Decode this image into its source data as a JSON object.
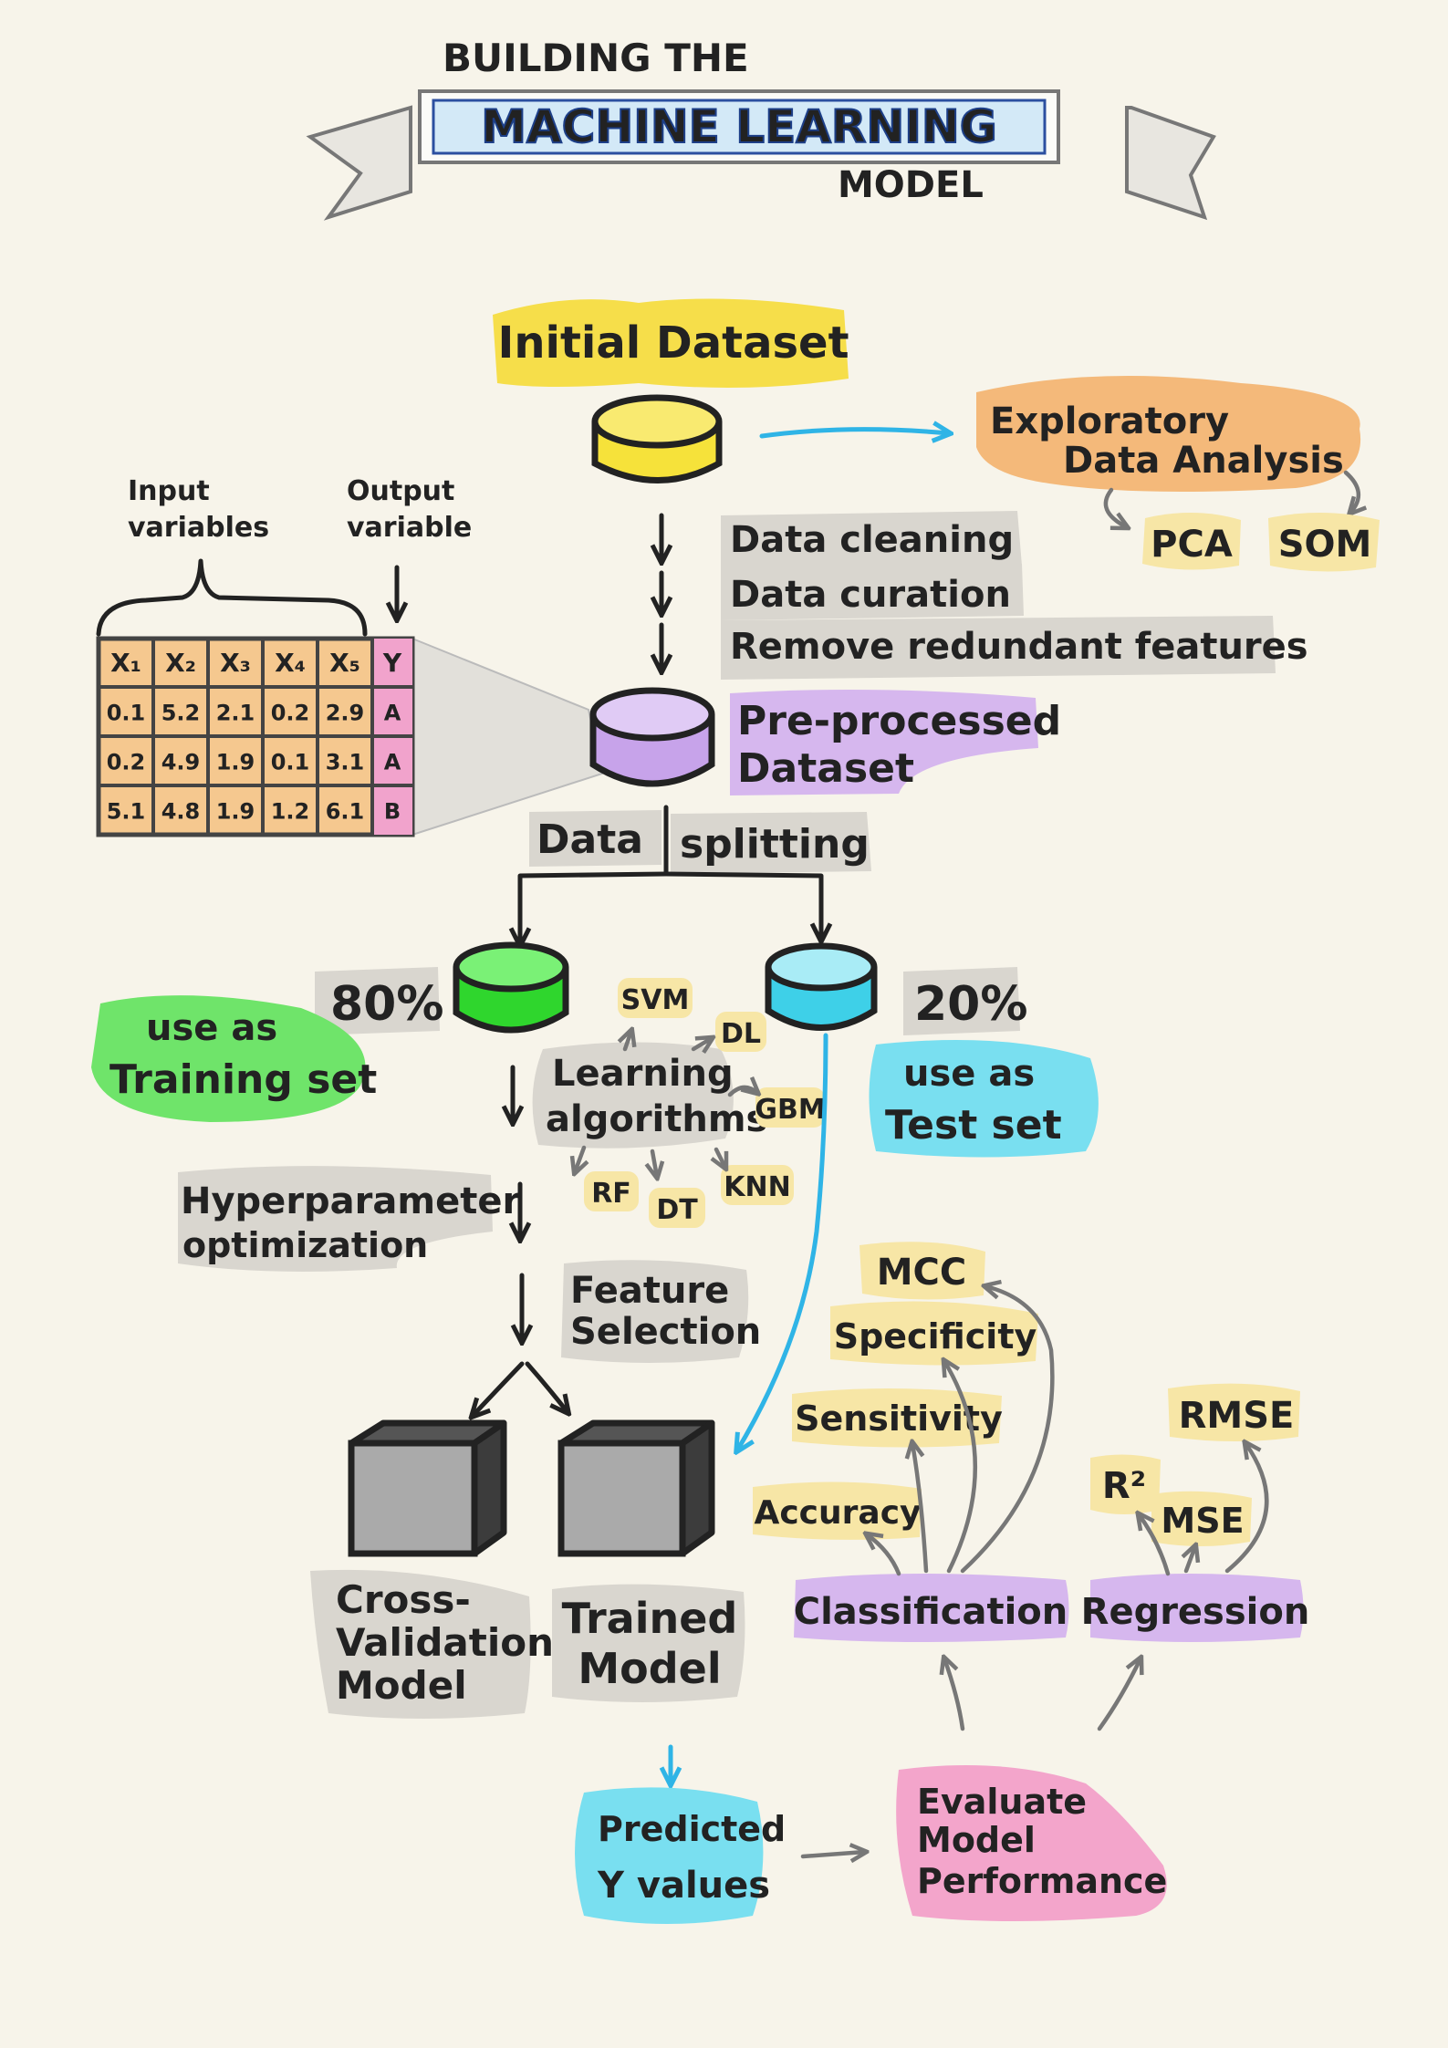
{
  "title": {
    "line1": "BUILDING THE",
    "banner": "MACHINE LEARNING",
    "line3": "MODEL"
  },
  "initial_dataset": "Initial Dataset",
  "eda": {
    "line1": "Exploratory",
    "line2": "Data Analysis",
    "pca": "PCA",
    "som": "SOM"
  },
  "prep_steps": [
    "Data cleaning",
    "Data curation",
    "Remove redundant features"
  ],
  "preprocessed": {
    "line1": "Pre-processed",
    "line2": "Dataset"
  },
  "table": {
    "input_label": [
      "Input",
      "variables"
    ],
    "output_label": [
      "Output",
      "variable"
    ],
    "headers": [
      "X₁",
      "X₂",
      "X₃",
      "X₄",
      "X₅",
      "Y"
    ],
    "rows": [
      [
        "0.1",
        "5.2",
        "2.1",
        "0.2",
        "2.9",
        "A"
      ],
      [
        "0.2",
        "4.9",
        "1.9",
        "0.1",
        "3.1",
        "A"
      ],
      [
        "5.1",
        "4.8",
        "1.9",
        "1.2",
        "6.1",
        "B"
      ]
    ]
  },
  "splitting": {
    "left": "Data",
    "right": "splitting"
  },
  "training": {
    "pct": "80%",
    "line1": "use as",
    "line2": "Training set"
  },
  "test": {
    "pct": "20%",
    "line1": "use as",
    "line2": "Test set"
  },
  "learning": {
    "line1": "Learning",
    "line2": "algorithms"
  },
  "algorithms": [
    "SVM",
    "DL",
    "GBM",
    "RF",
    "DT",
    "KNN"
  ],
  "hyper": {
    "line1": "Hyperparameter",
    "line2": "optimization"
  },
  "feature": {
    "line1": "Feature",
    "line2": "Selection"
  },
  "cv_model": [
    "Cross-",
    "Validation",
    "Model"
  ],
  "trained_model": [
    "Trained",
    "Model"
  ],
  "predicted": {
    "line1": "Predicted",
    "line2": "Y values"
  },
  "evaluate": [
    "Evaluate",
    "Model",
    "Performance"
  ],
  "classification": "Classification",
  "regression": "Regression",
  "class_metrics": [
    "MCC",
    "Specificity",
    "Sensitivity",
    "Accuracy"
  ],
  "reg_metrics": {
    "rmse": "RMSE",
    "r2": "R²",
    "mse": "MSE"
  },
  "colors": {
    "yellow": "#f6de4a",
    "orange": "#f4b97a",
    "purple": "#d6b7ee",
    "green": "#6fe46a",
    "cyan": "#79dff0",
    "pink": "#f3a5cb",
    "gray": "#d9d6cf",
    "pale_yellow": "#f7e6a6",
    "arrow_blue": "#2fb4e6"
  }
}
